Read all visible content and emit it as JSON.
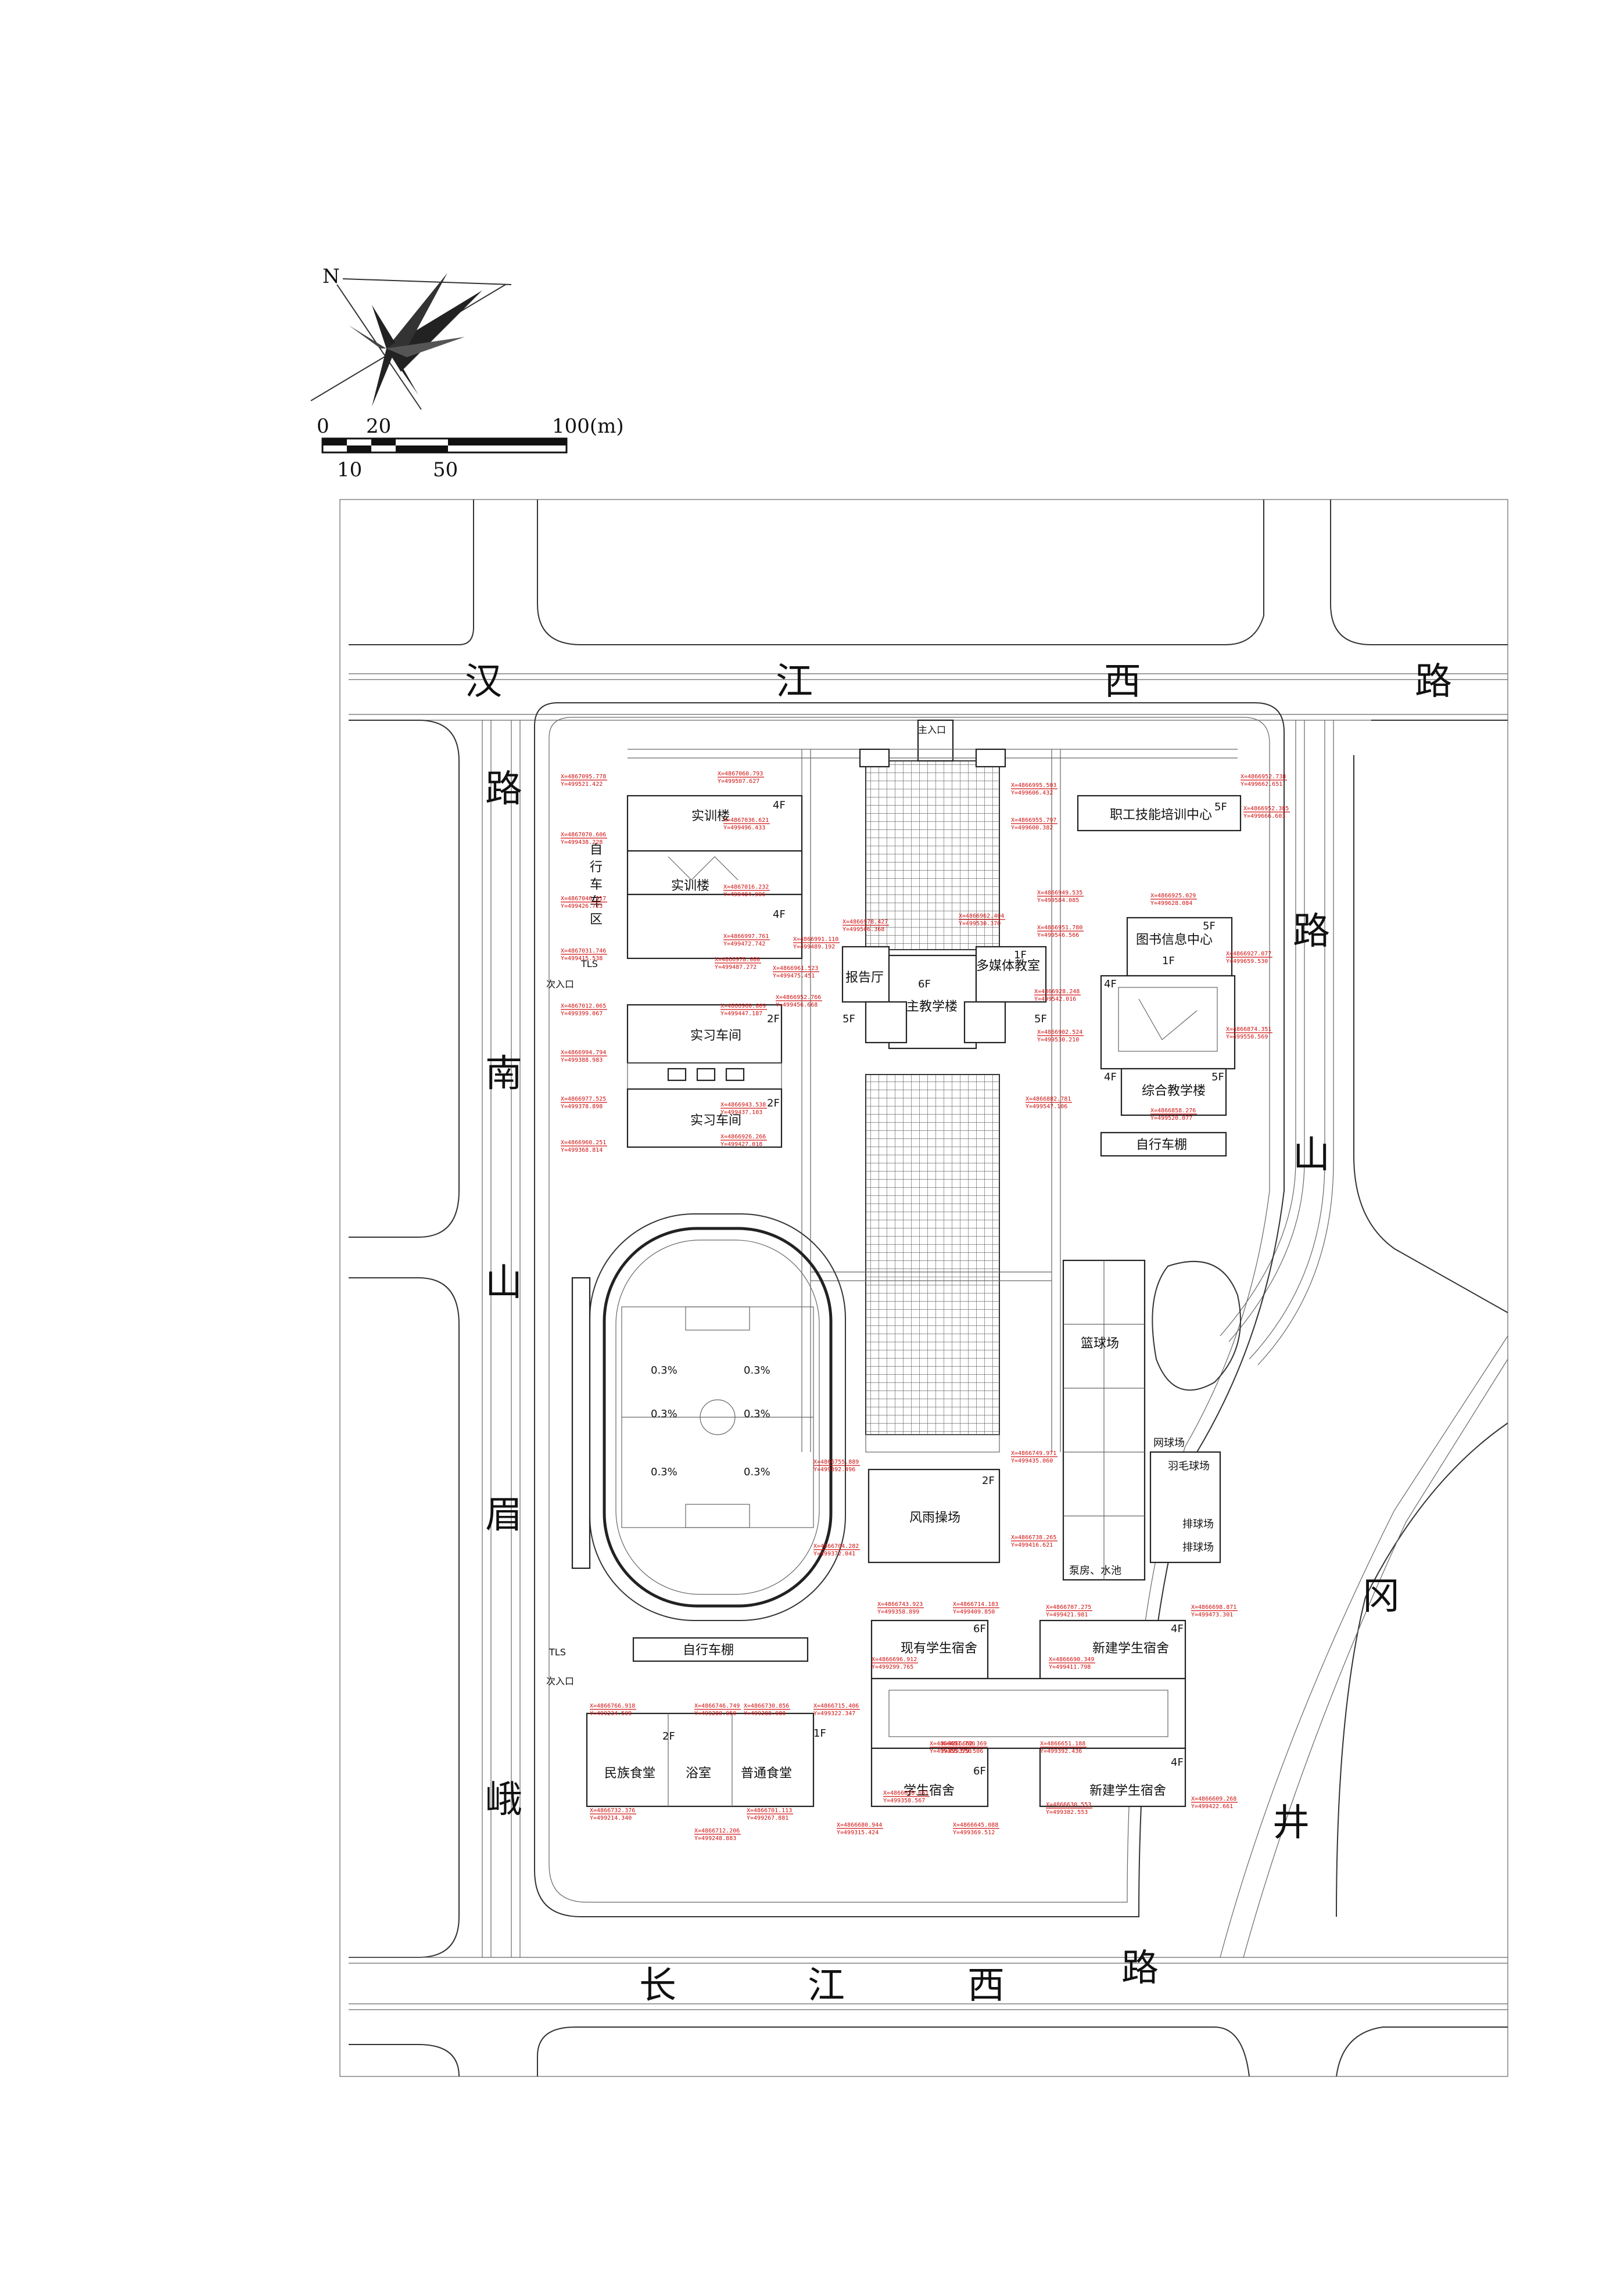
{
  "compass": {
    "north_letter": "N"
  },
  "scale_bar": {
    "top_labels": [
      "0",
      "20",
      "100(m)"
    ],
    "bottom_labels": [
      "10",
      "50"
    ]
  },
  "roads": {
    "north": [
      "汉",
      "江",
      "西",
      "路"
    ],
    "west": [
      "南",
      "路",
      "山",
      "眉",
      "峨"
    ],
    "south": [
      "长",
      "江",
      "西",
      "路"
    ],
    "east": [
      "路",
      "山",
      "冈",
      "井"
    ]
  },
  "entrances": {
    "main": "主入口",
    "side_top": "次入口",
    "side_bottom": "次入口"
  },
  "buildings": {
    "training_building": "实训楼",
    "training_building_2": "实训楼",
    "bike_area_v": [
      "自",
      "行",
      "车",
      "车",
      "区"
    ],
    "workshop": "实习车间",
    "workshop_2": "实习车间",
    "lecture_hall": "报告厅",
    "main_teaching": "主教学楼",
    "multimedia": "多媒体教室",
    "vocational_center": "职工技能培训中心",
    "library": "图书信息中心",
    "general_teaching": "综合教学楼",
    "bike_shed_east": "自行车棚",
    "bike_shed_track": "自行车棚",
    "covered_playground": "风雨操场",
    "basketball": "篮球场",
    "tennis": "网球场",
    "badminton": "羽毛球场",
    "volleyball": "排球场",
    "volleyball_2": "排球场",
    "pump_pool": "泵房、水池",
    "existing_dorm": "现有学生宿舍",
    "new_dorm": "新建学生宿舍",
    "student_dorm": "学生宿舍",
    "new_dorm_2": "新建学生宿舍",
    "ethnic_canteen": "民族食堂",
    "bathhouse": "浴室",
    "canteen": "普通食堂",
    "slope_texts": [
      "0.3%",
      "0.3%",
      "0.3%",
      "0.3%",
      "0.3%",
      "0.3%"
    ]
  },
  "floors": {
    "training": "4F",
    "training_2": "4F",
    "vocational": "5F",
    "library": "5F",
    "library_1f": "1F",
    "library_4f": "4F",
    "general": "4F",
    "general_5f": "5F",
    "lecture": "5F",
    "main": "6F",
    "multimedia": "5F",
    "multimedia_1f": "1F",
    "workshop": "2F",
    "workshop_2": "2F",
    "covered": "2F",
    "existing_dorm": "6F",
    "student_dorm": "6F",
    "new_dorm": "4F",
    "new_dorm_2": "4F",
    "canteen": "2F",
    "ethnic": "1F",
    "tls": "TLS",
    "tls2": "TLS"
  },
  "coordinates": [
    [
      "X=4867095.778",
      "Y=499521.422"
    ],
    [
      "X=4867060.793",
      "Y=499507.627"
    ],
    [
      "X=4867070.606",
      "Y=499438.228"
    ],
    [
      "X=4867036.621",
      "Y=499496.433"
    ],
    [
      "X=4867046.917",
      "Y=499426.723"
    ],
    [
      "X=4867016.232",
      "Y=499484.906"
    ],
    [
      "X=4867031.746",
      "Y=499415.538"
    ],
    [
      "X=4866997.761",
      "Y=499472.742"
    ],
    [
      "X=4866995.503",
      "Y=499606.432"
    ],
    [
      "X=4866955.797",
      "Y=499600.382"
    ],
    [
      "X=4866952.738",
      "Y=499662.651"
    ],
    [
      "X=4866952.385",
      "Y=499666.603"
    ],
    [
      "X=4866925.029",
      "Y=499628.084"
    ],
    [
      "X=4866927.077",
      "Y=499659.530"
    ],
    [
      "X=4866949.535",
      "Y=499584.085"
    ],
    [
      "X=4866951.780",
      "Y=499546.566"
    ],
    [
      "X=4866962.404",
      "Y=499530.370"
    ],
    [
      "X=4866978.427",
      "Y=499506.368"
    ],
    [
      "X=4866991.110",
      "Y=499489.192"
    ],
    [
      "X=4866978.080",
      "Y=499487.272"
    ],
    [
      "X=4866961.523",
      "Y=499475.451"
    ],
    [
      "X=4866952.766",
      "Y=499456.668"
    ],
    [
      "X=4866960.809",
      "Y=499447.187"
    ],
    [
      "X=4866943.538",
      "Y=499437.103"
    ],
    [
      "X=4866928.248",
      "Y=499542.016"
    ],
    [
      "X=4866902.524",
      "Y=499530.210"
    ],
    [
      "X=4866874.351",
      "Y=499550.569"
    ],
    [
      "X=4866858.276",
      "Y=499520.077"
    ],
    [
      "X=4866882.781",
      "Y=499547.106"
    ],
    [
      "X=4867012.065",
      "Y=499399.067"
    ],
    [
      "X=4866994.794",
      "Y=499388.983"
    ],
    [
      "X=4866977.525",
      "Y=499378.898"
    ],
    [
      "X=4866960.251",
      "Y=499368.814"
    ],
    [
      "X=4866926.266",
      "Y=499427.018"
    ],
    [
      "X=4866755.889",
      "Y=499392.496"
    ],
    [
      "X=4866749.971",
      "Y=499435.060"
    ],
    [
      "X=4866738.265",
      "Y=499416.621"
    ],
    [
      "X=4866704.282",
      "Y=499372.041"
    ],
    [
      "X=4866743.923",
      "Y=499358.899"
    ],
    [
      "X=4866714.183",
      "Y=499409.850"
    ],
    [
      "X=4866707.275",
      "Y=499421.981"
    ],
    [
      "X=4866698.871",
      "Y=499473.301"
    ],
    [
      "X=4866690.349",
      "Y=499411.798"
    ],
    [
      "X=4866696.912",
      "Y=499299.765"
    ],
    [
      "X=4866662.369",
      "Y=499379.506"
    ],
    [
      "X=4866651.188",
      "Y=499392.436"
    ],
    [
      "X=4866609.268",
      "Y=499422.661"
    ],
    [
      "X=4866628.651",
      "Y=499358.567"
    ],
    [
      "X=4866680.944",
      "Y=499315.424"
    ],
    [
      "X=4866645.088",
      "Y=499369.512"
    ],
    [
      "X=4866630.553",
      "Y=499382.553"
    ],
    [
      "X=4866766.918",
      "Y=499234.509"
    ],
    [
      "X=4866746.749",
      "Y=499280.050"
    ],
    [
      "X=4866730.856",
      "Y=499288.080"
    ],
    [
      "X=4866715.406",
      "Y=499322.347"
    ],
    [
      "X=4866732.376",
      "Y=499214.340"
    ],
    [
      "X=4866712.206",
      "Y=499248.883"
    ],
    [
      "X=4866701.113",
      "Y=499267.881"
    ],
    [
      "X=4866651.780",
      "Y=499355.550"
    ]
  ]
}
